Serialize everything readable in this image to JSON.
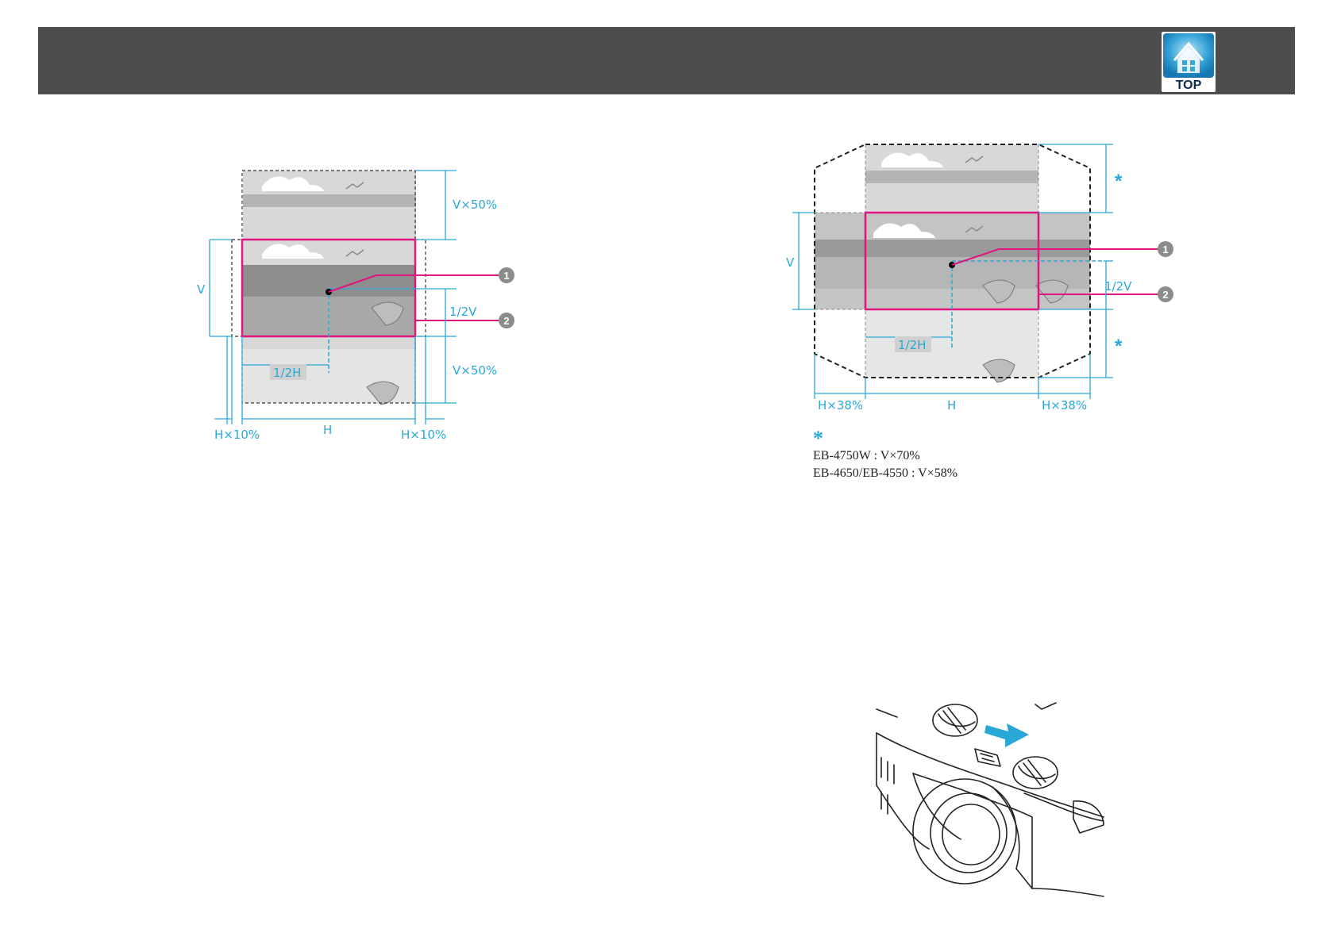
{
  "header": {
    "top_label": "TOP",
    "top_icon": "house-top-icon"
  },
  "diagram_left": {
    "labels": {
      "v_top": "V×50%",
      "v": "V",
      "half_v": "1/2V",
      "v_bottom": "V×50%",
      "half_h": "1/2H",
      "h_left": "H×10%",
      "h": "H",
      "h_right": "H×10%"
    },
    "callouts": [
      "1",
      "2"
    ]
  },
  "diagram_right": {
    "labels": {
      "star_top": "*",
      "v": "V",
      "half_v": "1/2V",
      "star_bottom": "*",
      "half_h": "1/2H",
      "h_left": "H×38%",
      "h": "H",
      "h_right": "H×38%"
    },
    "callouts": [
      "1",
      "2"
    ]
  },
  "footnote": {
    "marker": "*",
    "lines": [
      "EB-4750W : V×70%",
      "EB-4650/EB-4550 : V×58%"
    ]
  },
  "colors": {
    "header": "#4d4d4d",
    "accent_blue": "#29a8d8",
    "magenta": "#e0157f",
    "callout_gray": "#8c8c8c"
  }
}
